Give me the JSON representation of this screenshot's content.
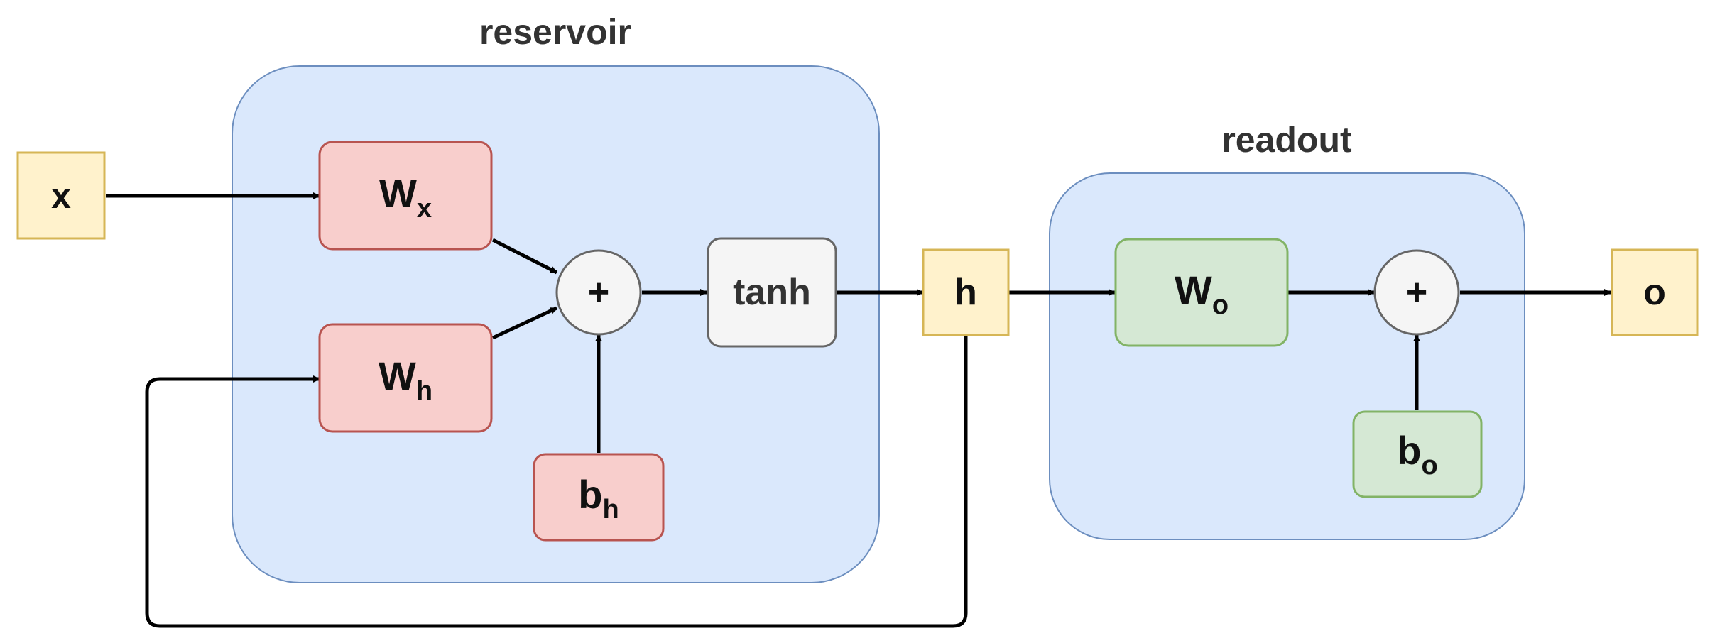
{
  "groups": {
    "reservoir": {
      "title": "reservoir"
    },
    "readout": {
      "title": "readout"
    }
  },
  "nodes": {
    "x": {
      "label": "x"
    },
    "wx": {
      "base": "W",
      "sub": "x"
    },
    "wh": {
      "base": "W",
      "sub": "h"
    },
    "bh": {
      "base": "b",
      "sub": "h"
    },
    "sum1": {
      "label": "+"
    },
    "tanh": {
      "label": "tanh"
    },
    "h": {
      "label": "h"
    },
    "wo": {
      "base": "W",
      "sub": "o"
    },
    "sum2": {
      "label": "+"
    },
    "bo": {
      "base": "b",
      "sub": "o"
    },
    "o": {
      "label": "o"
    }
  },
  "colors": {
    "group_fill": "#dae8fc",
    "group_stroke": "#6c8ebf",
    "io_fill": "#fff2cc",
    "io_stroke": "#d6b656",
    "red_fill": "#f8cecc",
    "red_stroke": "#b85450",
    "green_fill": "#d5e8d4",
    "green_stroke": "#82b366",
    "gray_fill": "#f5f5f5",
    "gray_stroke": "#666666",
    "arrow": "#000000"
  }
}
